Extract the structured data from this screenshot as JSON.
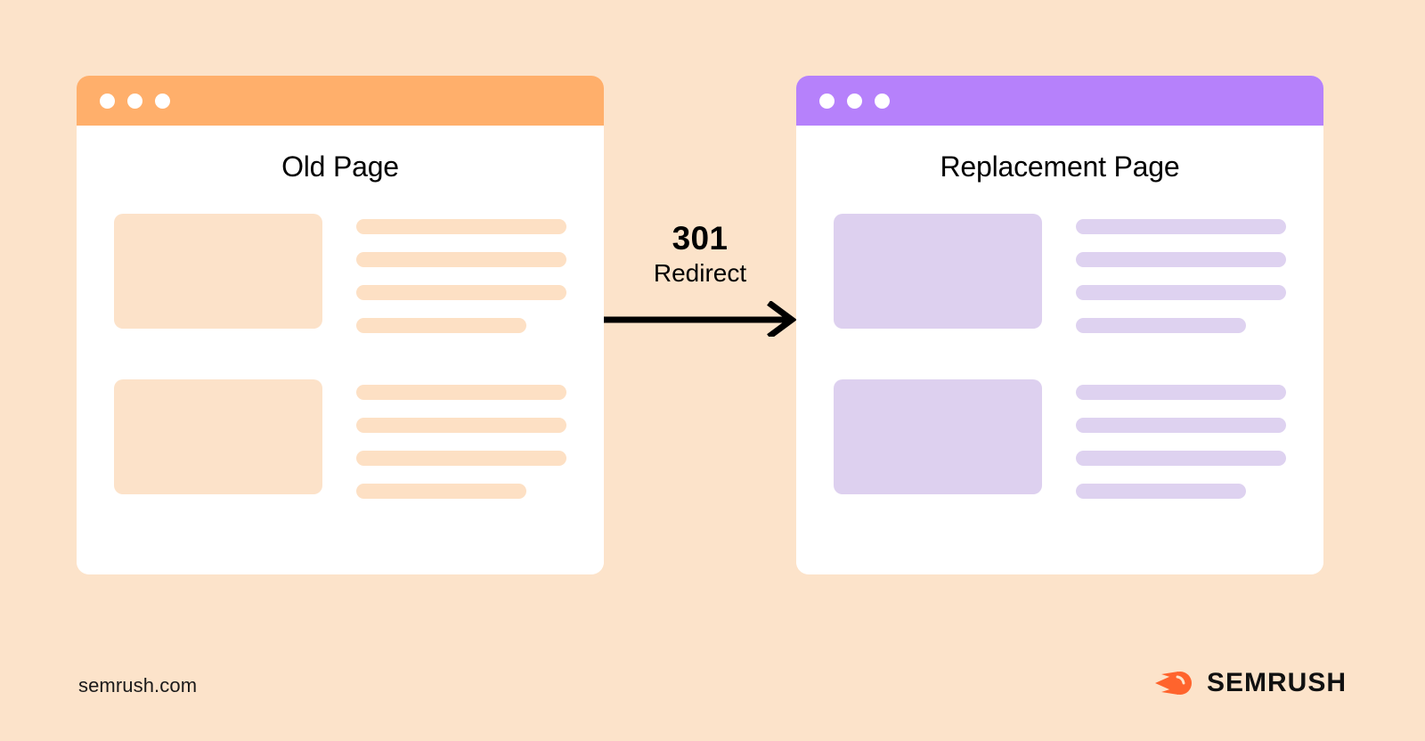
{
  "page": {
    "background_color": "#FCE3CA",
    "title": "301 Redirect"
  },
  "old_page_card": {
    "name": "Old Page",
    "title": "Old Page",
    "titlebar_color": "#FFAF6B",
    "accent_color": "#FDE0C4",
    "window_dots": [
      "dot-1",
      "dot-2",
      "dot-3"
    ],
    "blocks": [
      {
        "thumbnail": "image-placeholder",
        "lines": [
          "full",
          "full",
          "full",
          "short"
        ]
      },
      {
        "thumbnail": "image-placeholder",
        "lines": [
          "full",
          "full",
          "full",
          "short"
        ]
      }
    ]
  },
  "replacement_page_card": {
    "name": "Replacement Page",
    "title": "Replacement Page",
    "titlebar_color": "#B681FB",
    "accent_color": "#DED2F0",
    "window_dots": [
      "dot-1",
      "dot-2",
      "dot-3"
    ],
    "blocks": [
      {
        "thumbnail": "image-placeholder",
        "lines": [
          "full",
          "full",
          "full",
          "short"
        ]
      },
      {
        "thumbnail": "image-placeholder",
        "lines": [
          "full",
          "full",
          "full",
          "short"
        ]
      }
    ]
  },
  "connector": {
    "code": "301",
    "word": "Redirect",
    "icon": "arrow-right-icon",
    "color": "#000000"
  },
  "footer": {
    "url": "semrush.com",
    "brand": "SEMRUSH",
    "brand_mark": "semrush-comet-icon",
    "brand_mark_color": "#FF642D"
  }
}
